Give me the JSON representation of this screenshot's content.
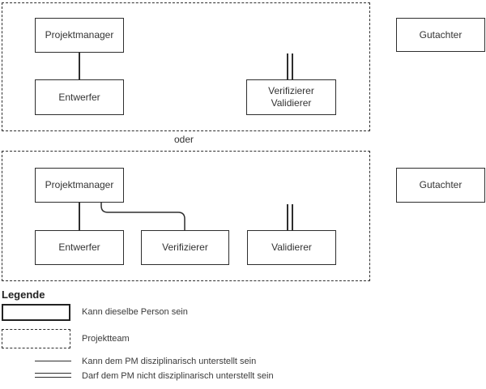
{
  "diagram": {
    "team1": {
      "projektmanager": "Projektmanager",
      "entwerfer": "Entwerfer",
      "verifizierer": "Verifizierer",
      "validierer": "Validierer",
      "gutachter": "Gutachter"
    },
    "separator": "oder",
    "team2": {
      "projektmanager": "Projektmanager",
      "entwerfer": "Entwerfer",
      "verifizierer": "Verifizierer",
      "validierer": "Validierer",
      "gutachter": "Gutachter"
    }
  },
  "legend": {
    "title": "Legende",
    "items": [
      {
        "symbol": "solid-box",
        "label": "Kann dieselbe Person sein"
      },
      {
        "symbol": "dashed-box",
        "label": "Projektteam"
      },
      {
        "symbol": "single-line",
        "label": "Kann dem PM disziplinarisch unterstellt sein"
      },
      {
        "symbol": "double-line",
        "label": "Darf dem PM nicht disziplinarisch unterstellt sein"
      }
    ]
  },
  "colors": {
    "stroke": "#2e2e2e",
    "text": "#333333",
    "background": "#ffffff"
  }
}
